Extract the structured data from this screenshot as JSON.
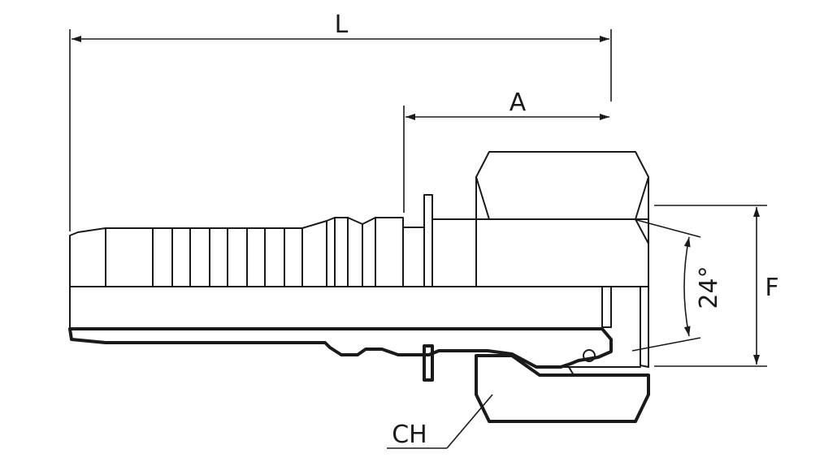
{
  "diagram": {
    "labels": {
      "length": "L",
      "a_dim": "A",
      "f_dim": "F",
      "angle": "24°",
      "hex": "CH"
    },
    "colors": {
      "line": "#1a1a1a",
      "background": "#ffffff"
    }
  }
}
